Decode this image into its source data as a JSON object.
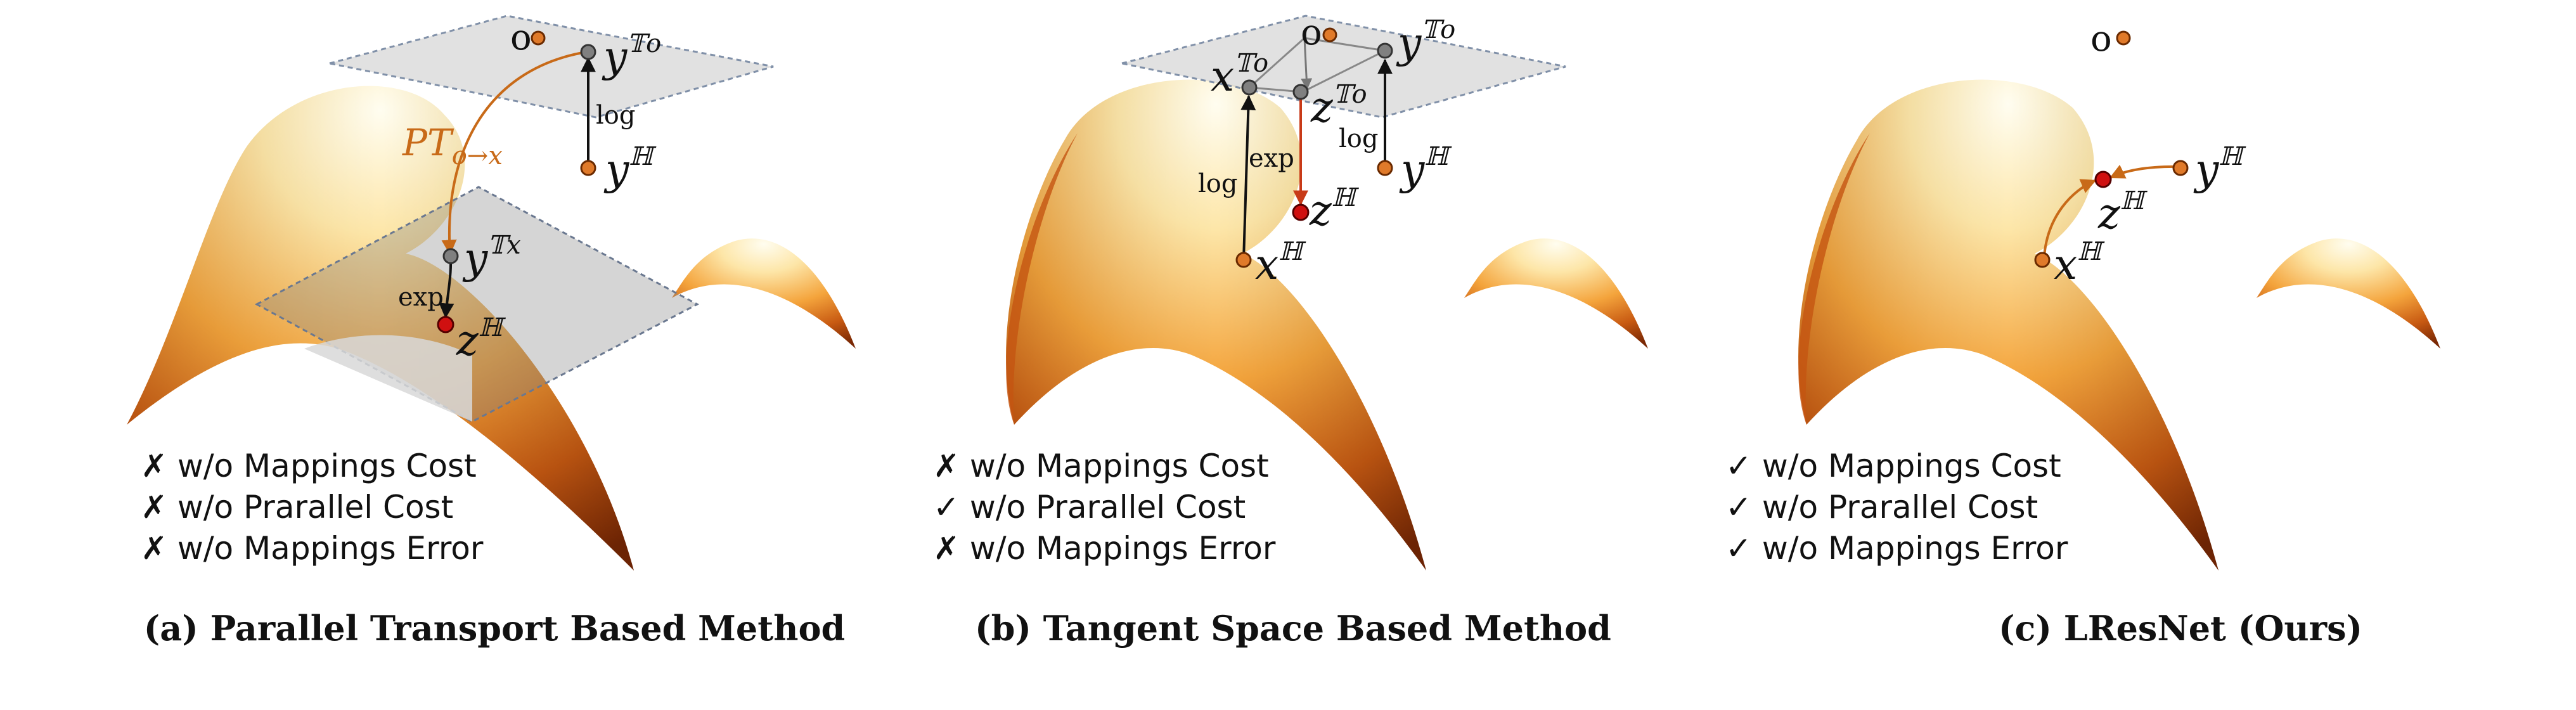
{
  "panels": [
    {
      "caption": "(a) Parallel Transport Based Method",
      "criteria": [
        {
          "mark": "✗",
          "text": "w/o Mappings Cost"
        },
        {
          "mark": "✗",
          "text": "w/o Prarallel Cost"
        },
        {
          "mark": "✗",
          "text": "w/o Mappings Error"
        }
      ],
      "labels": {
        "origin": "o",
        "y_tangent": "y",
        "y_tangent_sup": "𝕋o",
        "y_h": "y",
        "y_h_sup": "ℍ",
        "log": "log",
        "pt": "PT",
        "pt_sub": "o→x",
        "y_tx": "y",
        "y_tx_sup": "𝕋x",
        "exp": "exp",
        "z_h": "z",
        "z_h_sup": "ℍ"
      }
    },
    {
      "caption": "(b) Tangent Space Based Method",
      "criteria": [
        {
          "mark": "✗",
          "text": "w/o Mappings Cost"
        },
        {
          "mark": "✓",
          "text": "w/o Prarallel Cost"
        },
        {
          "mark": "✗",
          "text": "w/o Mappings Error"
        }
      ],
      "labels": {
        "origin": "o",
        "x_to": "x",
        "x_to_sup": "𝕋o",
        "y_to": "y",
        "y_to_sup": "𝕋o",
        "z_to": "z",
        "z_to_sup": "𝕋o",
        "log_left": "log",
        "log_right": "log",
        "exp": "exp",
        "y_h": "y",
        "y_h_sup": "ℍ",
        "z_h": "z",
        "z_h_sup": "ℍ",
        "x_h": "x",
        "x_h_sup": "ℍ"
      }
    },
    {
      "caption": "(c) LResNet (Ours)",
      "criteria": [
        {
          "mark": "✓",
          "text": "w/o Mappings Cost"
        },
        {
          "mark": "✓",
          "text": "w/o Prarallel Cost"
        },
        {
          "mark": "✓",
          "text": "w/o Mappings Error"
        }
      ],
      "labels": {
        "origin": "o",
        "y_h": "y",
        "y_h_sup": "ℍ",
        "z_h": "z",
        "z_h_sup": "ℍ",
        "x_h": "x",
        "x_h_sup": "ℍ"
      }
    }
  ],
  "colors": {
    "surface_top": "#fffbe8",
    "surface_mid": "#f6b44a",
    "surface_bottom": "#8a2e04",
    "point_orange": "#e07a2a",
    "point_gray": "#808080",
    "point_red": "#d01010",
    "arrow_orange": "#c86a18",
    "arrow_red": "#c83a18",
    "plane": "#cfcfcf"
  }
}
